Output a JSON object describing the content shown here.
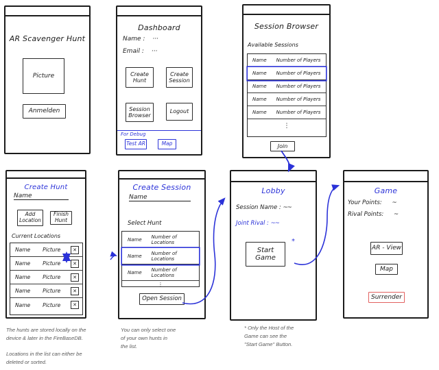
{
  "colors": {
    "ink": "#1b1b1b",
    "blue": "#2b32d8",
    "red": "#e2605f",
    "note_gray": "#595959"
  },
  "login": {
    "title": "AR Scavenger Hunt",
    "picture": "Picture",
    "signin": "Anmelden"
  },
  "dashboard": {
    "title": "Dashboard",
    "name_label": "Name :",
    "name_value": "···",
    "email_label": "Email :",
    "email_value": "···",
    "create_hunt": "Create Hunt",
    "create_session": "Create Session",
    "session_browser": "Session Browser",
    "logout": "Logout",
    "debug_label": "For Debug",
    "test_ar": "Test AR",
    "map": "Map"
  },
  "session_browser": {
    "title": "Session Browser",
    "subtitle": "Available Sessions",
    "rows": [
      {
        "name": "Name",
        "players": "Number of Players"
      },
      {
        "name": "Name",
        "players": "Number of Players"
      },
      {
        "name": "Name",
        "players": "Number of Players"
      },
      {
        "name": "Name",
        "players": "Number of Players"
      },
      {
        "name": "Name",
        "players": "Number of Players"
      }
    ],
    "ellipsis": "⋮",
    "join": "Join"
  },
  "create_hunt": {
    "title": "Create Hunt",
    "name_label": "Name",
    "add_location": "Add Location",
    "finish_hunt": "Finish Hunt",
    "list_label": "Current Locations",
    "delete_glyph": "✕",
    "rows": [
      {
        "name": "Name",
        "picture": "Picture"
      },
      {
        "name": "Name",
        "picture": "Picture"
      },
      {
        "name": "Name",
        "picture": "Picture"
      },
      {
        "name": "Name",
        "picture": "Picture"
      },
      {
        "name": "Name",
        "picture": "Picture"
      }
    ]
  },
  "create_session": {
    "title": "Create Session",
    "name_label": "Name",
    "select_label": "Select Hunt",
    "rows": [
      {
        "name": "Name",
        "locations": "Number of Locations"
      },
      {
        "name": "Name",
        "locations": "Number of Locations"
      },
      {
        "name": "Name",
        "locations": "Number of Locations"
      }
    ],
    "ellipsis": "⋮",
    "open_session": "Open Session"
  },
  "lobby": {
    "title": "Lobby",
    "session_name_label": "Session Name :",
    "session_name_value": "~~",
    "rival_label": "Joint Rival :",
    "rival_value": "~~",
    "start_game": "Start Game",
    "footnote_marker": "*"
  },
  "game": {
    "title": "Game",
    "your_points_label": "Your Points:",
    "your_points_value": "~",
    "rival_points_label": "Rival Points:",
    "rival_points_value": "~",
    "ar_view": "AR - View",
    "map": "Map",
    "surrender": "Surrender"
  },
  "notes": {
    "hunts": "The hunts are stored locally on the\ndevice & later in the FireBaseDB.\n\nLocations in the list can either be\ndeleted or sorted.",
    "select": "You can only select one\nof your own hunts in\nthe list.",
    "host": "* Only the Host of the\nGame can see the\n\"Start Game\" Button."
  }
}
